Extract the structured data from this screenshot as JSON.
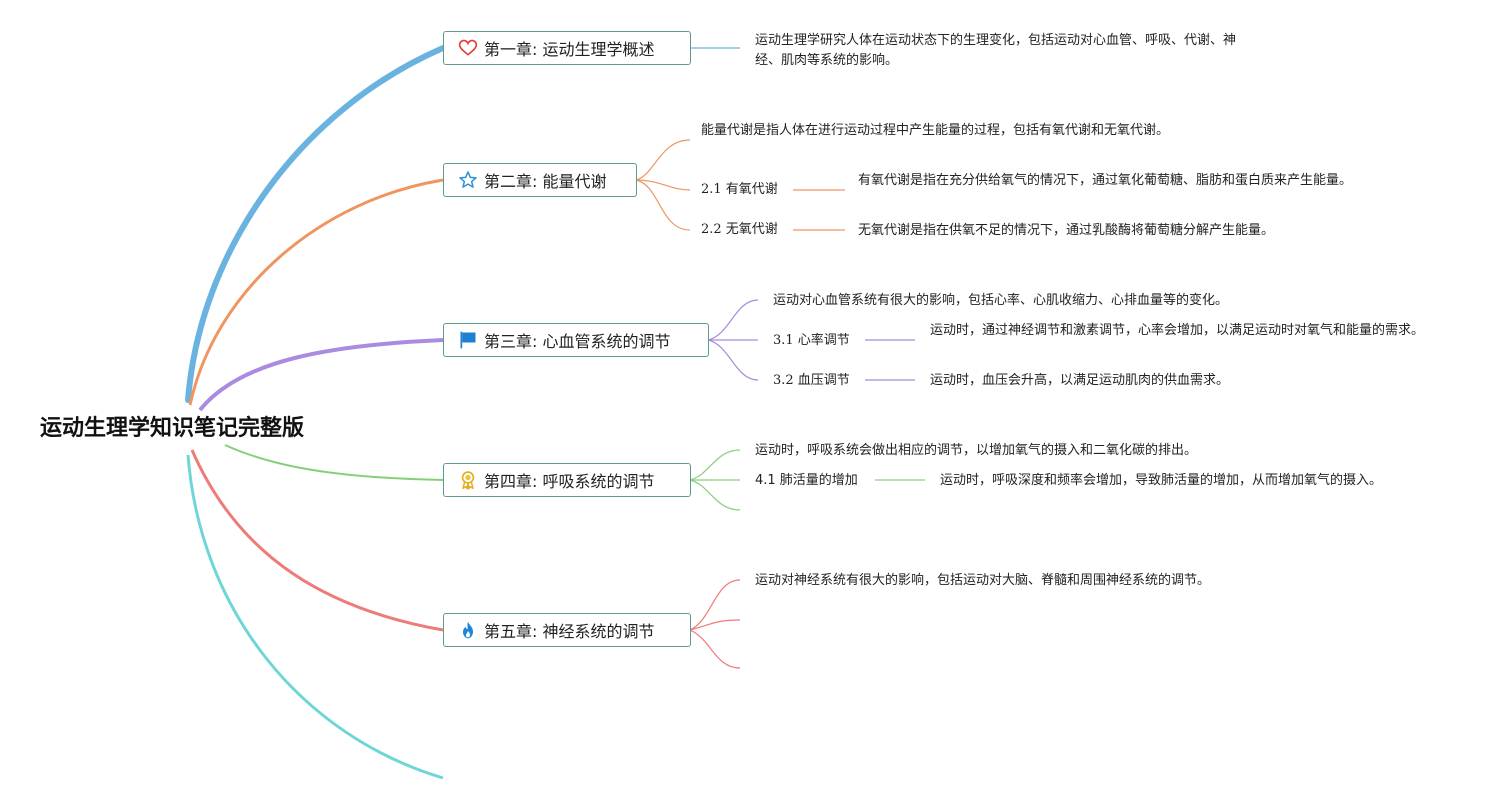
{
  "root": {
    "title": "运动生理学知识笔记完整版"
  },
  "colors": {
    "ch1": "#6ab3e0",
    "ch2": "#f0955f",
    "ch3": "#a98be0",
    "ch4": "#86cf7a",
    "ch5": "#ee7b78",
    "ch6": "#6fd6d8",
    "border": "#5a9c8e"
  },
  "chapters": [
    {
      "title": "第一章: 运动生理学概述",
      "icon": "heart-icon",
      "summary": "运动生理学研究人体在运动状态下的生理变化，包括运动对心血管、呼吸、代谢、神经、肌肉等系统的影响。",
      "subs": []
    },
    {
      "title": "第二章: 能量代谢",
      "icon": "star-icon",
      "summary": "能量代谢是指人体在进行运动过程中产生能量的过程，包括有氧代谢和无氧代谢。",
      "subs": [
        {
          "label": "2.1 有氧代谢",
          "text": "有氧代谢是指在充分供给氧气的情况下，通过氧化葡萄糖、脂肪和蛋白质来产生能量。"
        },
        {
          "label": "2.2 无氧代谢",
          "text": "无氧代谢是指在供氧不足的情况下，通过乳酸酶将葡萄糖分解产生能量。"
        }
      ]
    },
    {
      "title": "第三章: 心血管系统的调节",
      "icon": "flag-icon",
      "summary": "运动对心血管系统有很大的影响，包括心率、心肌收缩力、心排血量等的变化。",
      "subs": [
        {
          "label": "3.1 心率调节",
          "text": "运动时，通过神经调节和激素调节，心率会增加，以满足运动时对氧气和能量的需求。"
        },
        {
          "label": "3.2 血压调节",
          "text": "运动时，血压会升高，以满足运动肌肉的供血需求。"
        }
      ]
    },
    {
      "title": "第四章: 呼吸系统的调节",
      "icon": "medal-icon",
      "summary": "运动时，呼吸系统会做出相应的调节，以增加氧气的摄入和二氧化碳的排出。",
      "subs": [
        {
          "label": "4.1 肺活量的增加",
          "text": "运动时，呼吸深度和频率会增加，导致肺活量的增加，从而增加氧气的摄入。"
        }
      ]
    },
    {
      "title": "第五章: 神经系统的调节",
      "icon": "flame-icon",
      "summary": "运动对神经系统有很大的影响，包括运动对大脑、脊髓和周围神经系统的调节。",
      "subs": []
    }
  ]
}
